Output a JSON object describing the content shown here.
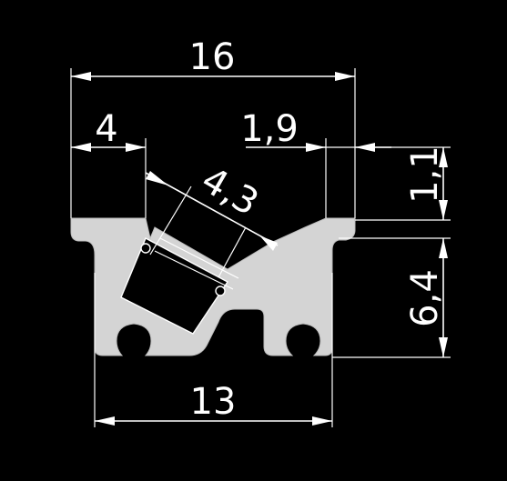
{
  "colors": {
    "background": "#000000",
    "profile": "#d4d4d4",
    "lines": "#ffffff"
  },
  "dimensions": {
    "overall_width": "16",
    "left_offset": "4",
    "right_lip": "1,9",
    "strip_width": "4,3",
    "lip_height": "1,1",
    "body_height": "6,4",
    "base_width": "13"
  }
}
